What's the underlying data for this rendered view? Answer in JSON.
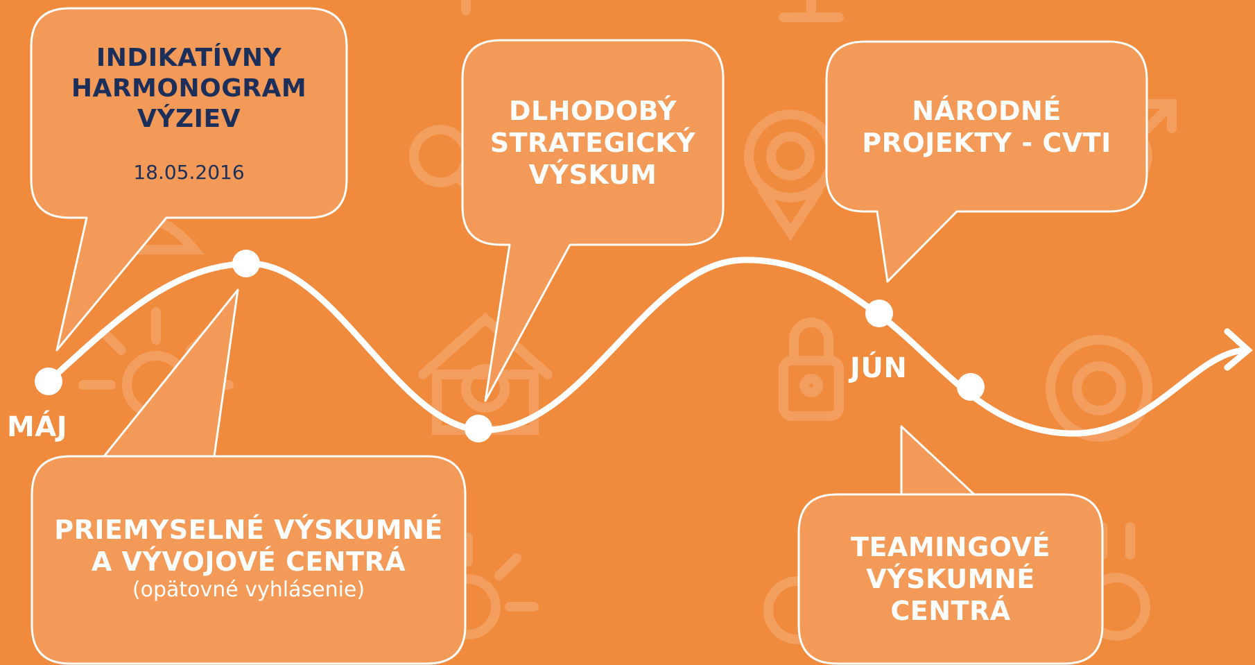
{
  "timeline": {
    "months": {
      "may": "MÁJ",
      "june": "JÚN"
    },
    "colors": {
      "background": "#f08a3c",
      "callout_fill": "#f39a58",
      "callout_stroke": "#ffffff",
      "title_navy": "#1b2f5a",
      "line": "#ffffff"
    }
  },
  "callouts": {
    "harmonogram": {
      "title_lines": [
        "INDIKATÍVNY",
        "HARMONOGRAM",
        "VÝZIEV"
      ],
      "date": "18.05.2016"
    },
    "strategic": {
      "title_lines": [
        "DLHODOBÝ",
        "STRATEGICKÝ",
        "VÝSKUM"
      ]
    },
    "national": {
      "title_lines": [
        "NÁRODNÉ",
        "PROJEKTY - CVTI"
      ]
    },
    "industrial": {
      "title_lines": [
        "PRIEMYSELNÉ VÝSKUMNÉ",
        "A VÝVOJOVÉ CENTRÁ"
      ],
      "note": "(opätovné vyhlásenie)"
    },
    "teaming": {
      "title_lines": [
        "TEAMINGOVÉ",
        "VÝSKUMNÉ",
        "CENTRÁ"
      ]
    }
  },
  "background_icons": [
    "bulb-icon",
    "lock-icon",
    "gear-icon",
    "magnifier-icon",
    "location-pin-icon",
    "person-icon",
    "house-icon",
    "arrow-icon"
  ]
}
